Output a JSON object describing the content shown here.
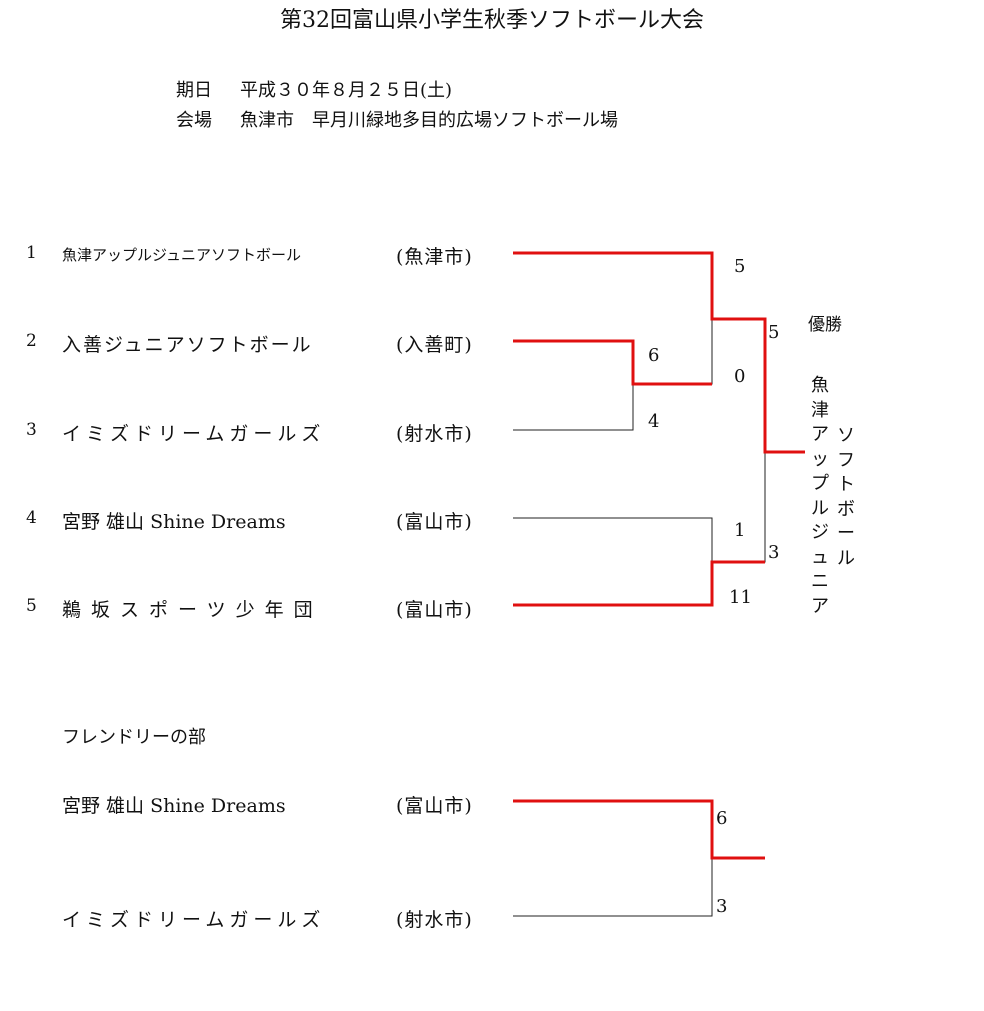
{
  "title": "第32回富山県小学生秋季ソフトボール大会",
  "info": {
    "date_label": "期日",
    "date_value": "平成３０年８月２５日(土)",
    "venue_label": "会場",
    "venue_value": "魚津市　早月川緑地多目的広場ソフトボール場"
  },
  "main_teams": [
    {
      "num": "1",
      "name": "魚津アップルジュニアソフトボール",
      "city": "(魚津市)"
    },
    {
      "num": "2",
      "name": "入善ジュニアソフトボール",
      "city": "(入善町)"
    },
    {
      "num": "3",
      "name": "イミズドリームガールズ",
      "city": "(射水市)"
    },
    {
      "num": "4",
      "name": "宮野 雄山 Shine Dreams",
      "city": "(富山市)"
    },
    {
      "num": "5",
      "name": "鵜坂スポーツ少年団",
      "city": "(富山市)"
    }
  ],
  "scores": {
    "semi1_top": "5",
    "semi1_bottom": "0",
    "r1_top": "6",
    "r1_bottom": "4",
    "semi2_top": "1",
    "semi2_bottom": "11",
    "final_top": "5",
    "final_bottom": "3"
  },
  "winner": {
    "label": "優勝",
    "col1": [
      "魚",
      "津",
      "ア",
      "ッ",
      "プ",
      "ル",
      "ジ",
      "ュ",
      "ニ",
      "ア"
    ],
    "col2": [
      "ソ",
      "フ",
      "ト",
      "ボ",
      "ー",
      "ル"
    ]
  },
  "friendly": {
    "title": "フレンドリーの部",
    "teams": [
      {
        "name": "宮野 雄山 Shine Dreams",
        "city": "(富山市)"
      },
      {
        "name": "イミズドリームガールズ",
        "city": "(射水市)"
      }
    ],
    "score_top": "6",
    "score_bottom": "3"
  },
  "colors": {
    "win_line": "#e01010",
    "lose_line": "#222222"
  }
}
